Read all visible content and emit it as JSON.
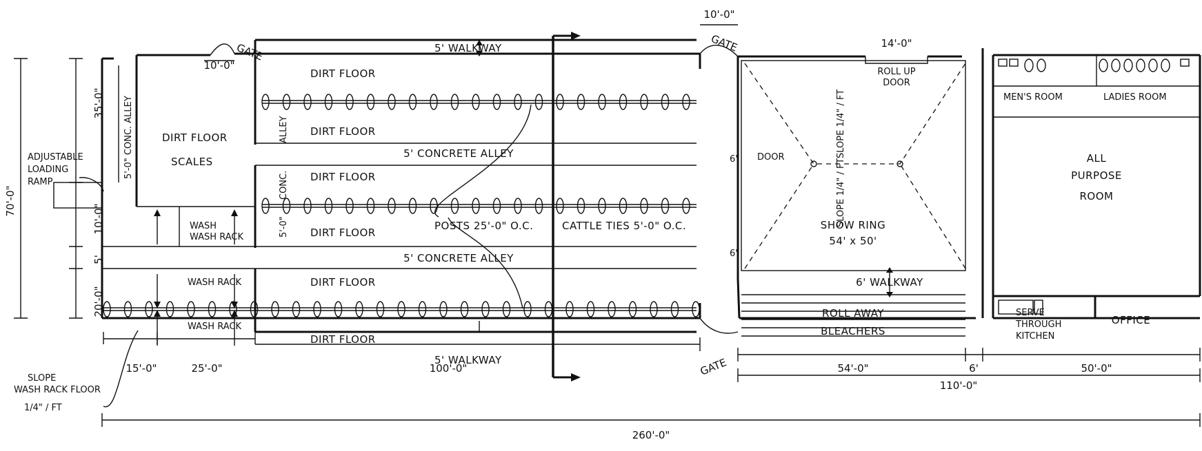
{
  "gates": [
    "GATE",
    "GATE",
    "GATE"
  ],
  "walkways": {
    "top": "5' WALKWAY",
    "bottom": "5' WALKWAY",
    "ring": "6' WALKWAY"
  },
  "barn": {
    "dirt_floor_rows": [
      "DIRT FLOOR",
      "DIRT FLOOR",
      "DIRT FLOOR",
      "DIRT FLOOR",
      "DIRT FLOOR",
      "DIRT FLOOR"
    ],
    "concrete_alleys": [
      "5' CONCRETE ALLEY",
      "5' CONCRETE ALLEY"
    ],
    "conc_alley_vertical": "5'-0\" CONC. ALLEY",
    "scales_area": [
      "DIRT FLOOR",
      "SCALES"
    ],
    "wash_racks": [
      "WASH RACK",
      "WASH RACK",
      "WASH RACK"
    ],
    "conc_alley_side": [
      "CONC.",
      "ALLEY",
      "5'-0\""
    ],
    "posts_note": "POSTS 25'-0\" O.C.",
    "cattle_ties_note": "CATTLE TIES 5'-0\" O.C.",
    "loading_ramp": [
      "ADJUSTABLE",
      "LOADING",
      "RAMP"
    ],
    "slope_note": [
      "SLOPE",
      "WASH RACK FLOOR",
      "1/4\" / FT"
    ]
  },
  "show_ring": {
    "roll_up_door": [
      "ROLL UP",
      "DOOR"
    ],
    "door_width": "14'-0\"",
    "label": [
      "SHOW RING",
      "54' x 50'"
    ],
    "slopes": [
      "SLOPE  1/4\" / FT",
      "SLOPE  1/4\" / FT"
    ],
    "door": "DOOR",
    "door_dims": [
      "6'",
      "6'"
    ],
    "bleachers": [
      "ROLL AWAY",
      "BLEACHERS"
    ]
  },
  "rooms": {
    "mens": "MEN'S ROOM",
    "ladies": "LADIES ROOM",
    "all_purpose": [
      "ALL",
      "PURPOSE",
      "ROOM"
    ],
    "kitchen": [
      "SERVE",
      "THROUGH",
      "KITCHEN"
    ],
    "office": "OFFICE"
  },
  "dimensions": {
    "gate_width_1": "10'-0\"",
    "gate_width_2": "10'-0\"",
    "vertical": [
      "35'-0\"",
      "10'-0\"",
      "5'",
      "20'-0\""
    ],
    "overall_height": "70'-0\"",
    "bottom": [
      "15'-0\"",
      "25'-0\"",
      "100'-0\"",
      "54'-0\"",
      "6'",
      "50'-0\""
    ],
    "building_right": "110'-0\"",
    "overall_length": "260'-0\""
  }
}
